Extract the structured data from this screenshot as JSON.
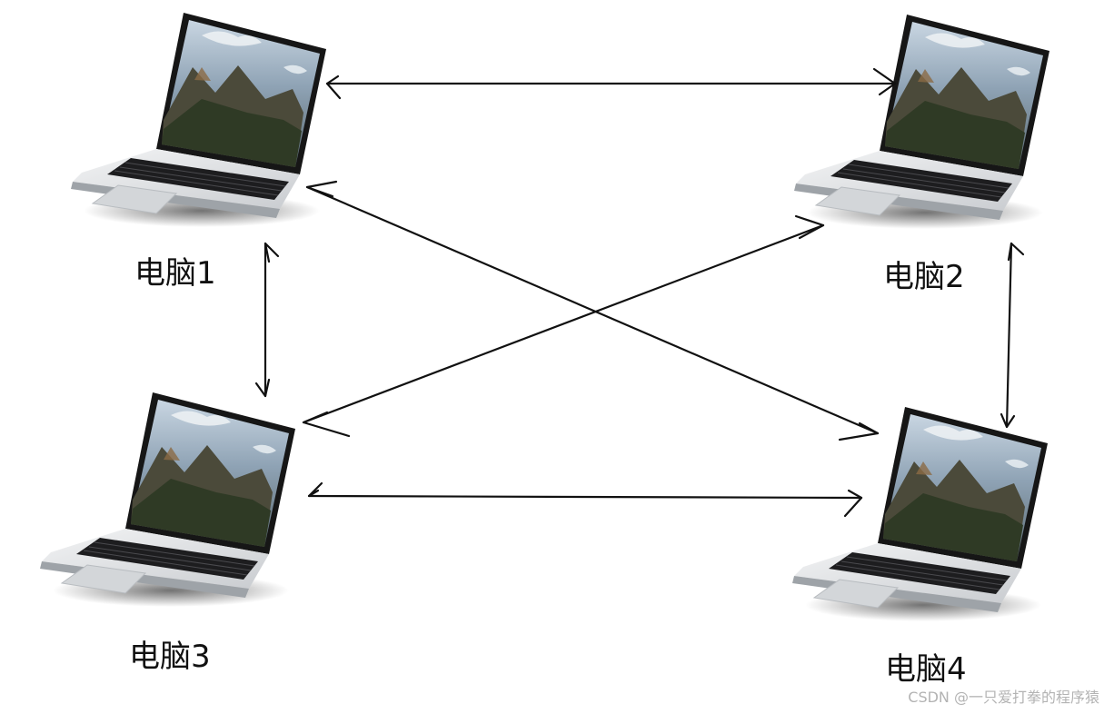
{
  "nodes": [
    {
      "id": "pc1",
      "label": "电脑1"
    },
    {
      "id": "pc2",
      "label": "电脑2"
    },
    {
      "id": "pc3",
      "label": "电脑3"
    },
    {
      "id": "pc4",
      "label": "电脑4"
    }
  ],
  "edges": [
    {
      "from": "pc1",
      "to": "pc2",
      "direction": "both"
    },
    {
      "from": "pc1",
      "to": "pc3",
      "direction": "both"
    },
    {
      "from": "pc1",
      "to": "pc4",
      "direction": "both"
    },
    {
      "from": "pc2",
      "to": "pc3",
      "direction": "both"
    },
    {
      "from": "pc2",
      "to": "pc4",
      "direction": "both"
    },
    {
      "from": "pc3",
      "to": "pc4",
      "direction": "both"
    }
  ],
  "watermark": "CSDN @一只爱打拳的程序猿",
  "colors": {
    "line": "#111111",
    "screen_sky": "#9fb3c6",
    "screen_mountain": "#4b4a3a",
    "laptop_body": "#e4e6e8",
    "keyboard": "#1d1d1f"
  }
}
